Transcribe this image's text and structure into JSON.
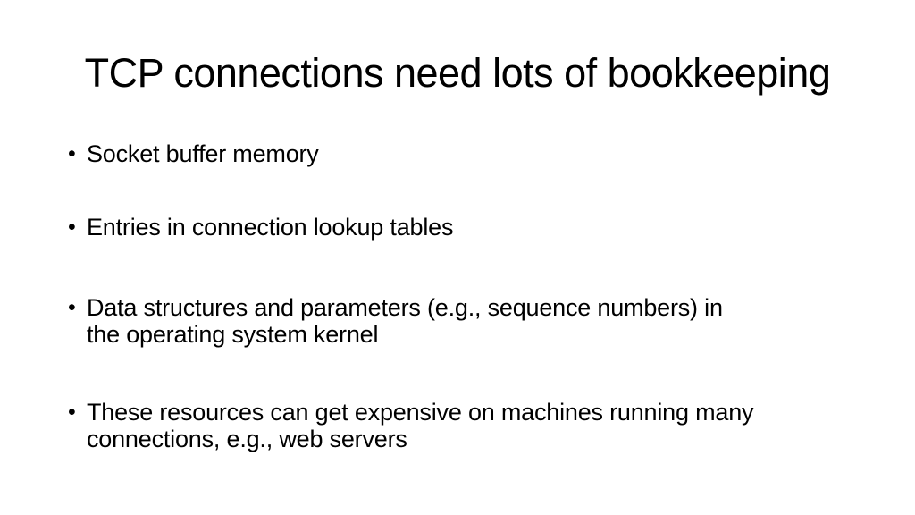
{
  "slide": {
    "title": "TCP connections need lots of bookkeeping",
    "bullet_char": "•",
    "bullets": [
      {
        "text": "Socket buffer memory"
      },
      {
        "text": "Entries in connection lookup tables"
      },
      {
        "text": "Data structures and parameters (e.g., sequence numbers) in\nthe operating system kernel"
      },
      {
        "text": "These resources can get expensive on machines running many\nconnections, e.g., web servers"
      }
    ],
    "colors": {
      "background": "#ffffff",
      "text": "#000000"
    }
  }
}
